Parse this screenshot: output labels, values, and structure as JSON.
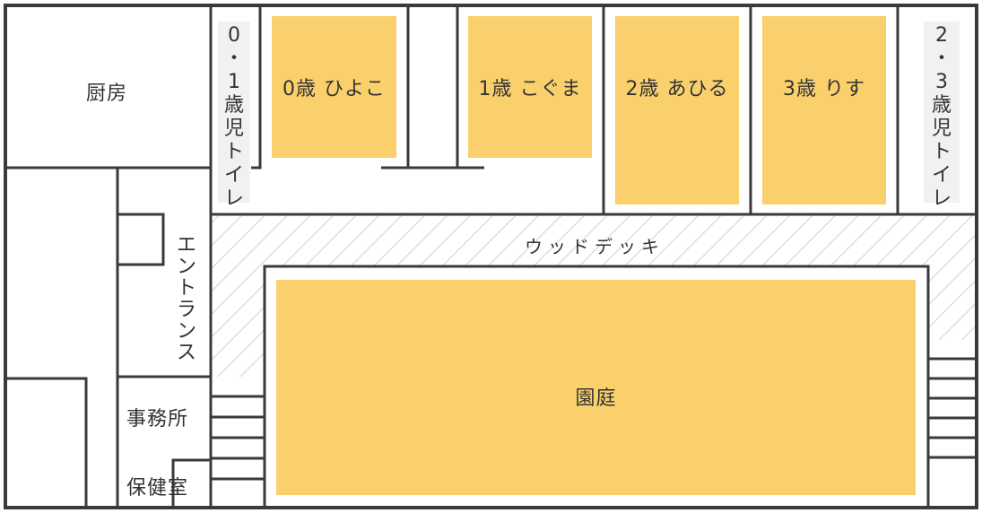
{
  "colors": {
    "wall": "#3a3a3a",
    "room_fill": "#fad06d",
    "toilet_bg": "#f1f1f1",
    "hatch": "#cfcfcf",
    "text": "#333333"
  },
  "rooms": {
    "kitchen": "厨房",
    "toilet_01": "0・1歳児トイレ",
    "class_0": "0歳 ひよこ",
    "class_1": "1歳 こぐま",
    "class_2": "2歳 あひる",
    "class_3": "3歳 りす",
    "toilet_23": "2・3歳児トイレ",
    "deck": "ウッドデッキ",
    "entrance": "エントランス",
    "office": "事務所",
    "infirmary": "保健室",
    "garden": "園庭"
  }
}
